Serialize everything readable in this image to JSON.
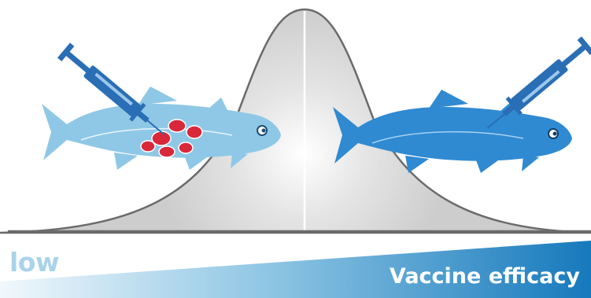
{
  "labels": {
    "low": "low",
    "title": "Vaccine efficacy"
  },
  "colors": {
    "fish_low": "#8fc8e6",
    "fish_high": "#2f8ad2",
    "pathogen": "#d8283a",
    "syringe": "#2a6eb5",
    "curve_fill": "#d2d2d2",
    "curve_line": "#6b6b6b",
    "gradient_start": "#eaf5fb",
    "gradient_end": "#1a7bbd"
  },
  "icons": [
    "syringe-icon",
    "fish-icon",
    "pathogen-icon",
    "bell-curve"
  ]
}
